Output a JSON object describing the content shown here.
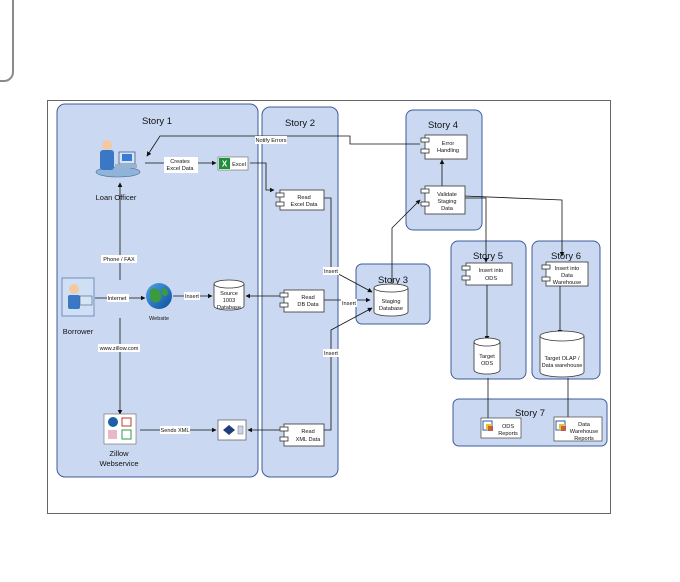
{
  "stories": [
    {
      "id": "story-1",
      "title": "Story  1"
    },
    {
      "id": "story-2",
      "title": "Story  2"
    },
    {
      "id": "story-3",
      "title": "Story  3"
    },
    {
      "id": "story-4",
      "title": "Story  4"
    },
    {
      "id": "story-5",
      "title": "Story  5"
    },
    {
      "id": "story-6",
      "title": "Story  6"
    },
    {
      "id": "story-7",
      "title": "Story  7"
    }
  ],
  "actors": {
    "loan_officer": "Loan Officer",
    "borrower": "Borrower",
    "website": "Website",
    "zillow_line1": "Zillow",
    "zillow_line2": "Webservice"
  },
  "components": {
    "read_excel": [
      "Read",
      "Excel Data"
    ],
    "read_db": [
      "Read",
      "DB Data"
    ],
    "read_xml": [
      "Read",
      "XML Data"
    ],
    "error_handling": [
      "Error",
      "Handling"
    ],
    "validate": [
      "Validate",
      "Staging",
      "Data"
    ],
    "insert_ods": [
      "Insert into",
      "ODS"
    ],
    "insert_dw": [
      "Insert into",
      "Data",
      "Warehouse"
    ],
    "ods_reports": [
      "ODS",
      "Reports"
    ],
    "dw_reports": [
      "Data",
      "Warehouse",
      "Reports"
    ]
  },
  "stores": {
    "source_db": [
      "Source",
      "1003",
      "Database"
    ],
    "staging_db": [
      "Staging",
      "Database"
    ],
    "target_ods": [
      "Target",
      "ODS"
    ],
    "target_olap": [
      "Target OLAP  /",
      "Data warehouse"
    ]
  },
  "edge_labels": {
    "creates_excel": [
      "Creates",
      "Excel Data"
    ],
    "notify_errors": "Notify Errors",
    "phone_fax": "Phone / FAX",
    "internet": "Internet",
    "insert_website": "Insert",
    "www_zillow": "www.zillow.com",
    "sends_xml": "Sends XML",
    "insert_1": "Insert",
    "insert_2": "Insert",
    "insert_3": "Insert",
    "excel_file": "Excel"
  }
}
